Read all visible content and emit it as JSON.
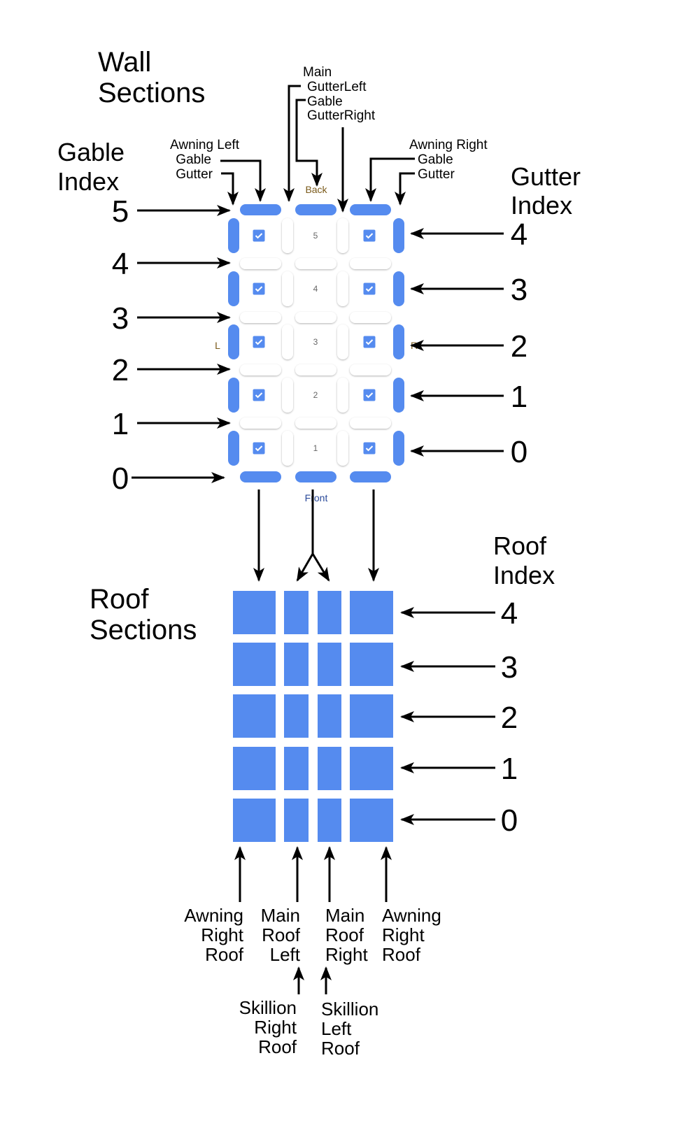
{
  "colors": {
    "accent": "#558bef",
    "back_label": "#7a5a1a",
    "front_label": "#2a4a9a"
  },
  "wall": {
    "title": [
      "Wall",
      "Sections"
    ],
    "gable_index_title": [
      "Gable",
      "Index"
    ],
    "gutter_index_title": [
      "Gutter",
      "Index"
    ],
    "gable_indices": [
      "5",
      "4",
      "3",
      "2",
      "1",
      "0"
    ],
    "gutter_indices": [
      "4",
      "3",
      "2",
      "1",
      "0"
    ],
    "top_left_labels": [
      "Awning Left",
      "Gable",
      "Gutter"
    ],
    "top_main_labels": [
      "Main",
      "GutterLeft",
      "Gable",
      "GutterRight"
    ],
    "top_right_labels": [
      "Awning Right",
      "Gable",
      "Gutter"
    ],
    "back_label": "Back",
    "front_label": "Front",
    "left_label": "L",
    "right_label": "R",
    "row_numbers": [
      "5",
      "4",
      "3",
      "2",
      "1"
    ],
    "checkboxes_checked": true
  },
  "roof": {
    "title": [
      "Roof",
      "Sections"
    ],
    "index_title": [
      "Roof",
      "Index"
    ],
    "indices": [
      "4",
      "3",
      "2",
      "1",
      "0"
    ],
    "bottom_labels": [
      [
        "Awning",
        "Right",
        "Roof"
      ],
      [
        "Main",
        "Roof",
        "Left"
      ],
      [
        "Main",
        "Roof",
        "Right"
      ],
      [
        "Awning",
        "Right",
        "Roof"
      ]
    ],
    "skillion_labels": [
      [
        "Skillion",
        "Right",
        "Roof"
      ],
      [
        "Skillion",
        "Left",
        "Roof"
      ]
    ]
  }
}
